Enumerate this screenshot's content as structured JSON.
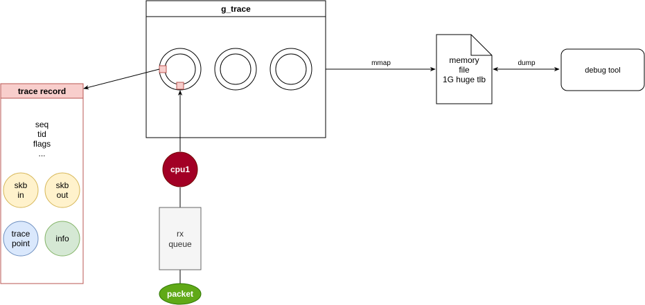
{
  "g_trace": {
    "title": "g_trace"
  },
  "trace_record": {
    "title": "trace record",
    "fields": [
      "seq",
      "tid",
      "flags",
      "..."
    ],
    "items": [
      {
        "lines": [
          "skb",
          "in"
        ]
      },
      {
        "lines": [
          "skb",
          "out"
        ]
      },
      {
        "lines": [
          "trace",
          "point"
        ]
      },
      {
        "lines": [
          "info"
        ]
      }
    ]
  },
  "memory_file": {
    "lines": [
      "memory",
      "file",
      "1G huge tlb"
    ]
  },
  "debug_tool": {
    "label": "debug tool"
  },
  "cpu": {
    "label": "cpu1"
  },
  "rx_queue": {
    "lines": [
      "rx",
      "queue"
    ]
  },
  "packet": {
    "label": "packet"
  },
  "edges": {
    "mmap_label": "mmap",
    "dump_label": "dump"
  },
  "colors": {
    "stroke": "#000000",
    "record_header_fill": "#f8cecc",
    "record_border": "#b85450",
    "marker_fill": "#f8cecc",
    "cpu_fill": "#a20025",
    "cpu_stroke": "#6f0000",
    "packet_fill": "#60a917",
    "packet_stroke": "#2d7600",
    "queue_fill": "#f5f5f5",
    "queue_stroke": "#666666",
    "queue_text": "#333333",
    "skb_fill": "#fff2cc",
    "skb_stroke": "#d6b656",
    "trace_fill": "#dae8fc",
    "trace_stroke": "#6c8ebf",
    "info_fill": "#d5e8d4",
    "info_stroke": "#82b366"
  }
}
